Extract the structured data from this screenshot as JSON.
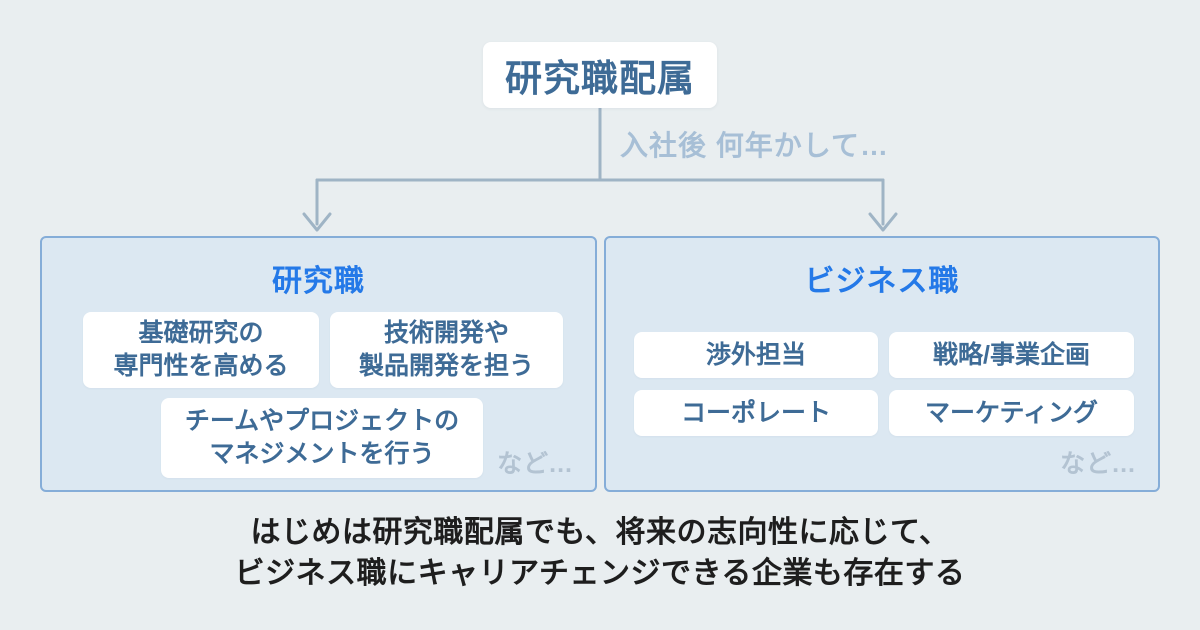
{
  "colors": {
    "background": "#e9eef0",
    "panel_fill": "#dce8f2",
    "panel_border": "#85add8",
    "title_blue": "#2479e8",
    "node_text_blue": "#3e6b96",
    "connector_gray_blue": "#9fb4c5",
    "transition_label": "#a7bfd6",
    "etc_label": "#b3c3d2",
    "caption_text": "#1e1e1e",
    "node_background": "#ffffff"
  },
  "root": {
    "label": "研究職配属"
  },
  "transition": {
    "label": "入社後 何年かして…"
  },
  "panels": {
    "research": {
      "title": "研究職",
      "items": [
        {
          "text": "基礎研究の\n専門性を高める"
        },
        {
          "text": "技術開発や\n製品開発を担う"
        },
        {
          "text": "チームやプロジェクトの\nマネジメントを行う"
        }
      ],
      "etc": "など..."
    },
    "business": {
      "title": "ビジネス職",
      "items": [
        {
          "text": "渉外担当"
        },
        {
          "text": "戦略/事業企画"
        },
        {
          "text": "コーポレート"
        },
        {
          "text": "マーケティング"
        }
      ],
      "etc": "など..."
    }
  },
  "caption": {
    "line1": "はじめは研究職配属でも、将来の志向性に応じて、",
    "line2": "ビジネス職にキャリアチェンジできる企業も存在する"
  }
}
